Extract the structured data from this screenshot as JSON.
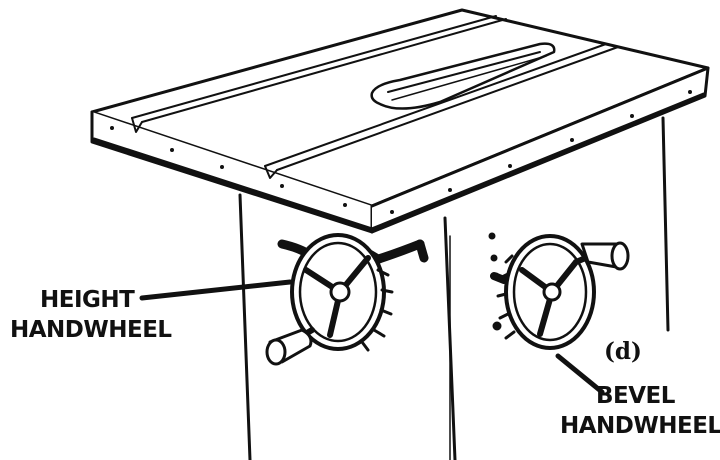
{
  "labels": {
    "height_line1": "HEIGHT",
    "height_line2": "HANDWHEEL",
    "bevel_line1": "BEVEL",
    "bevel_line2": "HANDWHEEL",
    "figure": "(d)"
  },
  "colors": {
    "ink": "#111111",
    "paper": "#ffffff",
    "shade": "#1a1a1a"
  },
  "icons": [
    "height-handwheel-icon",
    "bevel-handwheel-icon",
    "saw-table-icon"
  ]
}
